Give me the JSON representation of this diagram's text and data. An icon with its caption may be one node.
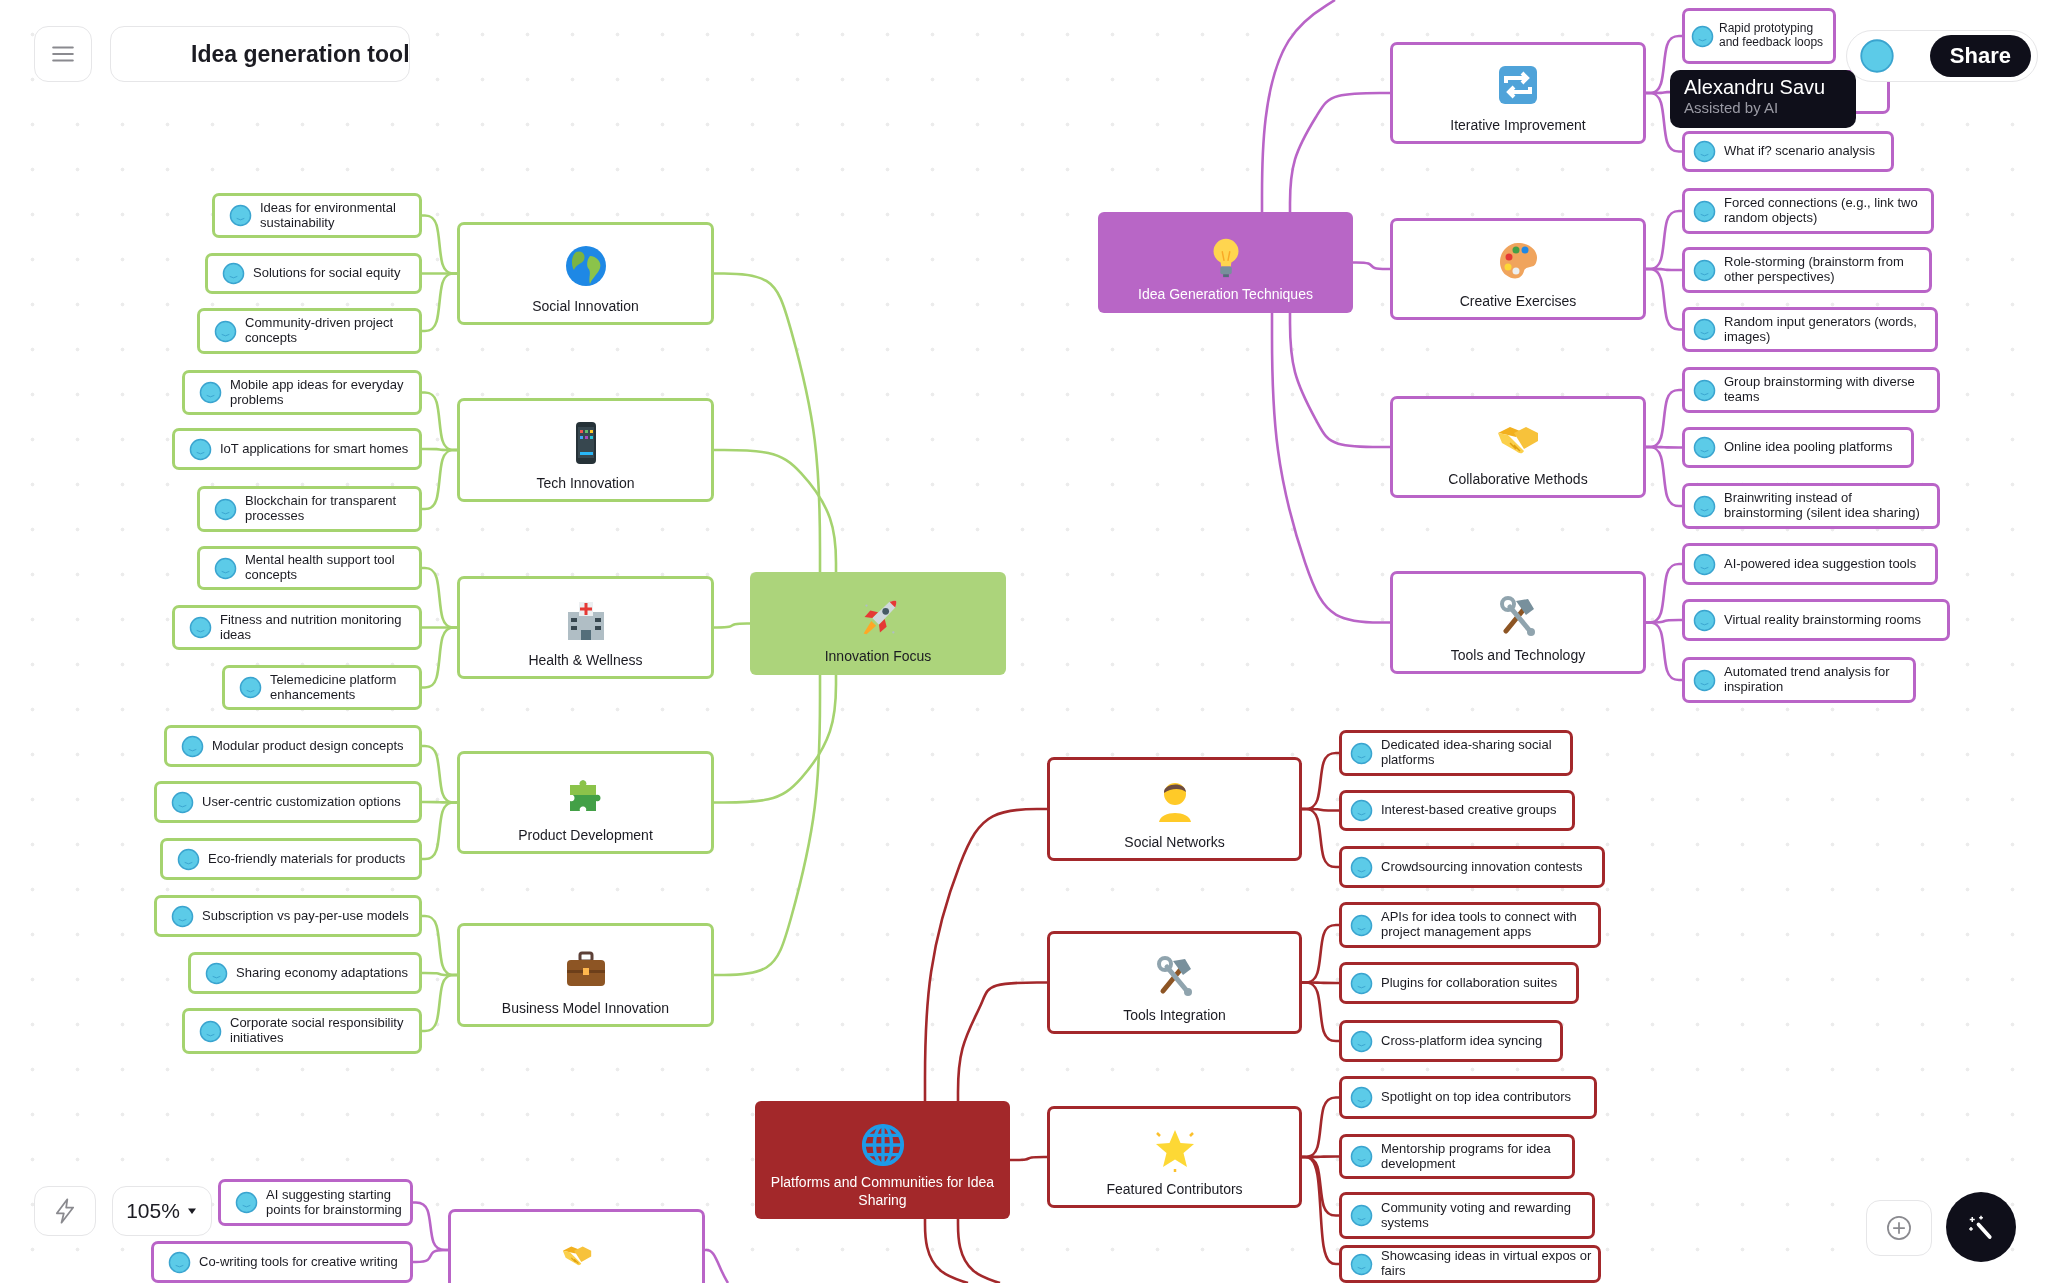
{
  "diagram": {
    "title": "Idea generation tool",
    "nodes": [
      {
        "text": [
          "Innovation Focus"
        ]
      },
      {
        "text": [
          "Social Innovation"
        ]
      },
      {
        "text": [
          "Tech Innovation"
        ]
      },
      {
        "text": [
          "Health & Wellness"
        ]
      },
      {
        "text": [
          "Product Development"
        ]
      },
      {
        "text": [
          "Business Model Innovation"
        ]
      },
      {
        "text": [
          "Ideas for environmental sustainability"
        ]
      },
      {
        "text": [
          "Solutions for social equity"
        ]
      },
      {
        "text": [
          "Community-driven project concepts"
        ]
      },
      {
        "text": [
          "Mobile app ideas for everyday problems"
        ]
      },
      {
        "text": [
          "IoT applications for smart homes"
        ]
      },
      {
        "text": [
          "Blockchain for transparent processes"
        ]
      },
      {
        "text": [
          "Mental health support tool concepts"
        ]
      },
      {
        "text": [
          "Fitness and nutrition monitoring ideas"
        ]
      },
      {
        "text": [
          "Telemedicine platform enhancements"
        ]
      },
      {
        "text": [
          "Modular product design concepts"
        ]
      },
      {
        "text": [
          "User-centric customization options"
        ]
      },
      {
        "text": [
          "Eco-friendly materials for products"
        ]
      },
      {
        "text": [
          "Subscription vs pay-per-use models"
        ]
      },
      {
        "text": [
          "Sharing economy adaptations"
        ]
      },
      {
        "text": [
          "Corporate social responsibility initiatives"
        ]
      },
      {
        "text": [
          "Idea Generation Techniques"
        ]
      },
      {
        "text": [
          "Iterative Improvement"
        ]
      },
      {
        "text": [
          "Creative Exercises"
        ]
      },
      {
        "text": [
          "Collaborative Methods"
        ]
      },
      {
        "text": [
          "Tools and Technology"
        ]
      },
      {
        "text": [
          "Rapid prototyping and feedback loops"
        ]
      },
      {
        "text": [],
        "shape": "box"
      },
      {
        "text": [
          "What if? scenario analysis"
        ]
      },
      {
        "text": [
          "Forced connections (e.g., link two random objects)"
        ]
      },
      {
        "text": [
          "Role-storming (brainstorm from other perspectives)"
        ]
      },
      {
        "text": [
          "Random input generators (words, images)"
        ]
      },
      {
        "text": [
          "Group brainstorming with diverse teams"
        ]
      },
      {
        "text": [
          "Online idea pooling platforms"
        ]
      },
      {
        "text": [
          "Brainwriting instead of brainstorming (silent idea sharing)"
        ]
      },
      {
        "text": [
          "AI-powered idea suggestion tools"
        ]
      },
      {
        "text": [
          "Virtual reality brainstorming rooms"
        ]
      },
      {
        "text": [
          "Automated trend analysis for inspiration"
        ]
      },
      {
        "text": [
          "Platforms and Communities for Idea Sharing"
        ]
      },
      {
        "text": [
          "Social Networks"
        ]
      },
      {
        "text": [
          "Tools Integration"
        ]
      },
      {
        "text": [
          "Featured Contributors"
        ]
      },
      {
        "text": [
          "Dedicated idea-sharing social platforms"
        ]
      },
      {
        "text": [
          "Interest-based creative groups"
        ]
      },
      {
        "text": [
          "Crowdsourcing innovation contests"
        ]
      },
      {
        "text": [
          "APIs for idea tools to connect with project management apps"
        ]
      },
      {
        "text": [
          "Plugins for collaboration suites"
        ]
      },
      {
        "text": [
          "Cross-platform idea syncing"
        ]
      },
      {
        "text": [
          "Spotlight on top idea contributors"
        ]
      },
      {
        "text": [
          "Mentorship programs for idea development"
        ]
      },
      {
        "text": [
          "Community voting and rewarding systems"
        ]
      },
      {
        "text": [
          "Showcasing ideas in virtual expos or fairs"
        ]
      },
      {
        "text": [],
        "shape": "box"
      },
      {
        "text": [
          "AI suggesting starting points for brainstorming"
        ]
      },
      {
        "text": [
          "Co-writing tools for creative writing"
        ]
      }
    ],
    "edges": [
      {
        "from": 0,
        "to": 1,
        "arrow": "none",
        "color": "#a5d36f"
      },
      {
        "from": 0,
        "to": 2,
        "arrow": "none",
        "color": "#a5d36f"
      },
      {
        "from": 0,
        "to": 3,
        "arrow": "none",
        "color": "#a5d36f"
      },
      {
        "from": 0,
        "to": 4,
        "arrow": "none",
        "color": "#a5d36f"
      },
      {
        "from": 0,
        "to": 5,
        "arrow": "none",
        "color": "#a5d36f"
      },
      {
        "from": 1,
        "to": 6,
        "arrow": "none",
        "color": "#a5d36f"
      },
      {
        "from": 1,
        "to": 7,
        "arrow": "none",
        "color": "#a5d36f"
      },
      {
        "from": 1,
        "to": 8,
        "arrow": "none",
        "color": "#a5d36f"
      },
      {
        "from": 2,
        "to": 9,
        "arrow": "none",
        "color": "#a5d36f"
      },
      {
        "from": 2,
        "to": 10,
        "arrow": "none",
        "color": "#a5d36f"
      },
      {
        "from": 2,
        "to": 11,
        "arrow": "none",
        "color": "#a5d36f"
      },
      {
        "from": 3,
        "to": 12,
        "arrow": "none",
        "color": "#a5d36f"
      },
      {
        "from": 3,
        "to": 13,
        "arrow": "none",
        "color": "#a5d36f"
      },
      {
        "from": 3,
        "to": 14,
        "arrow": "none",
        "color": "#a5d36f"
      },
      {
        "from": 4,
        "to": 15,
        "arrow": "none",
        "color": "#a5d36f"
      },
      {
        "from": 4,
        "to": 16,
        "arrow": "none",
        "color": "#a5d36f"
      },
      {
        "from": 4,
        "to": 17,
        "arrow": "none",
        "color": "#a5d36f"
      },
      {
        "from": 5,
        "to": 18,
        "arrow": "none",
        "color": "#a5d36f"
      },
      {
        "from": 5,
        "to": 19,
        "arrow": "none",
        "color": "#a5d36f"
      },
      {
        "from": 5,
        "to": 20,
        "arrow": "none",
        "color": "#a5d36f"
      },
      {
        "from": 21,
        "to": null,
        "arrow": "none",
        "color": "#b964c7"
      },
      {
        "from": 21,
        "to": 22,
        "arrow": "none",
        "color": "#b964c7"
      },
      {
        "from": 21,
        "to": 23,
        "arrow": "none",
        "color": "#b964c7"
      },
      {
        "from": 21,
        "to": 24,
        "arrow": "none",
        "color": "#b964c7"
      },
      {
        "from": 21,
        "to": 25,
        "arrow": "none",
        "color": "#b964c7"
      },
      {
        "from": 22,
        "to": 26,
        "arrow": "none",
        "color": "#b964c7"
      },
      {
        "from": 22,
        "to": 27,
        "arrow": "none",
        "color": "#b964c7"
      },
      {
        "from": 22,
        "to": 28,
        "arrow": "none",
        "color": "#b964c7"
      },
      {
        "from": 23,
        "to": 29,
        "arrow": "none",
        "color": "#b964c7"
      },
      {
        "from": 23,
        "to": 30,
        "arrow": "none",
        "color": "#b964c7"
      },
      {
        "from": 23,
        "to": 31,
        "arrow": "none",
        "color": "#b964c7"
      },
      {
        "from": 24,
        "to": 32,
        "arrow": "none",
        "color": "#b964c7"
      },
      {
        "from": 24,
        "to": 33,
        "arrow": "none",
        "color": "#b964c7"
      },
      {
        "from": 24,
        "to": 34,
        "arrow": "none",
        "color": "#b964c7"
      },
      {
        "from": 25,
        "to": 35,
        "arrow": "none",
        "color": "#b964c7"
      },
      {
        "from": 25,
        "to": 36,
        "arrow": "none",
        "color": "#b964c7"
      },
      {
        "from": 25,
        "to": 37,
        "arrow": "none",
        "color": "#b964c7"
      },
      {
        "from": 38,
        "to": 39,
        "arrow": "none",
        "color": "#a3282b"
      },
      {
        "from": 38,
        "to": 40,
        "arrow": "none",
        "color": "#a3282b"
      },
      {
        "from": 38,
        "to": 41,
        "arrow": "none",
        "color": "#a3282b"
      },
      {
        "from": 39,
        "to": 42,
        "arrow": "none",
        "color": "#a3282b"
      },
      {
        "from": 39,
        "to": 43,
        "arrow": "none",
        "color": "#a3282b"
      },
      {
        "from": 39,
        "to": 44,
        "arrow": "none",
        "color": "#a3282b"
      },
      {
        "from": 40,
        "to": 45,
        "arrow": "none",
        "color": "#a3282b"
      },
      {
        "from": 40,
        "to": 46,
        "arrow": "none",
        "color": "#a3282b"
      },
      {
        "from": 40,
        "to": 47,
        "arrow": "none",
        "color": "#a3282b"
      },
      {
        "from": 41,
        "to": 48,
        "arrow": "none",
        "color": "#a3282b"
      },
      {
        "from": 41,
        "to": 49,
        "arrow": "none",
        "color": "#a3282b"
      },
      {
        "from": 41,
        "to": 50,
        "arrow": "none",
        "color": "#a3282b"
      },
      {
        "from": 41,
        "to": 51,
        "arrow": "none",
        "color": "#a3282b"
      },
      {
        "from": 38,
        "to": null,
        "arrow": "none",
        "color": "#a3282b"
      },
      {
        "from": 38,
        "to": null,
        "arrow": "none",
        "color": "#a3282b"
      },
      {
        "from": 52,
        "to": 53,
        "arrow": "none",
        "color": "#b964c7"
      },
      {
        "from": 52,
        "to": 54,
        "arrow": "none",
        "color": "#b964c7"
      },
      {
        "from": 52,
        "to": null,
        "arrow": "none",
        "color": "#b964c7"
      }
    ],
    "labels": [
      "Share",
      "Alexandru Savu",
      "Assisted by AI",
      "105%"
    ]
  }
}
